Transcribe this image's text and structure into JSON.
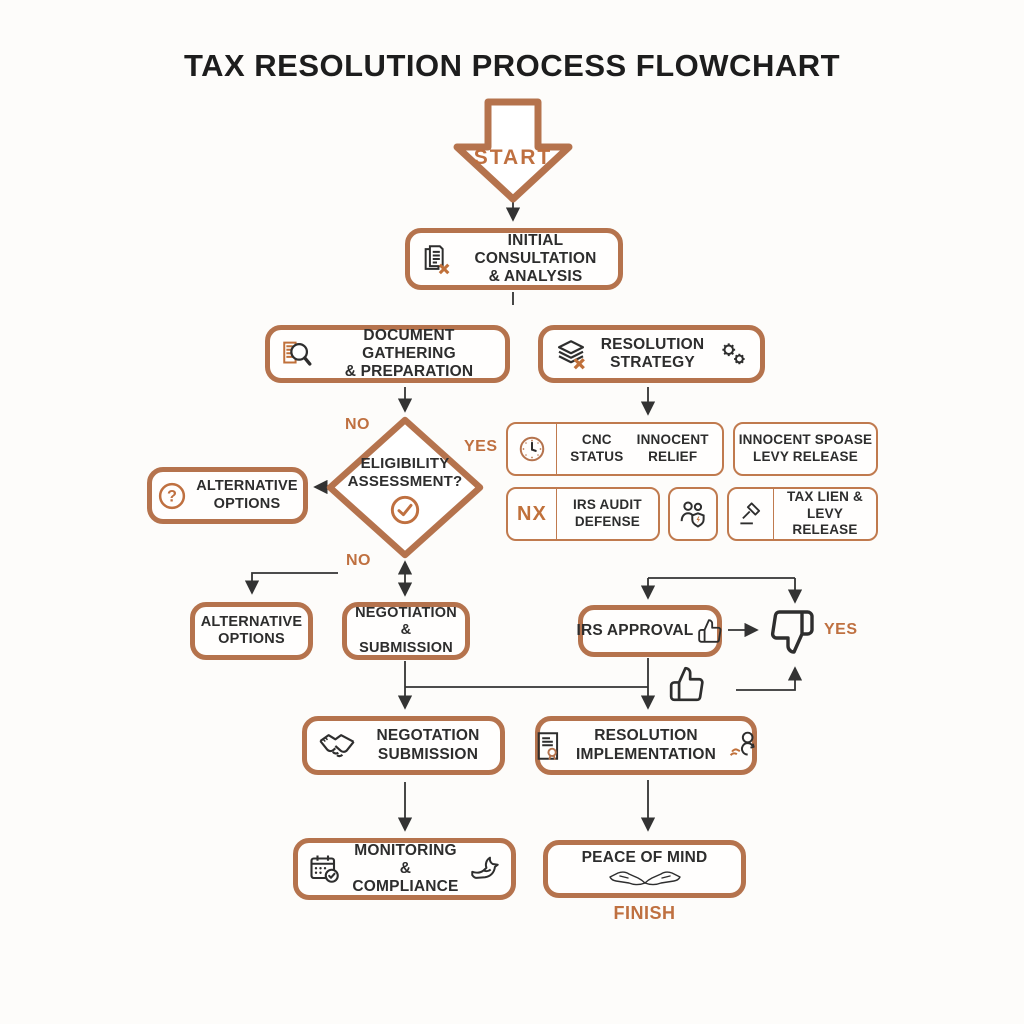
{
  "title": "TAX RESOLUTION PROCESS FLOWCHART",
  "colors": {
    "accent_border": "#b5734d",
    "accent_border_light": "#c07a4e",
    "label_orange": "#bf7040",
    "text": "#2d2d2d",
    "arrow": "#333333",
    "background": "#fdfcfa"
  },
  "start": {
    "label": "START"
  },
  "nodes": {
    "initial_consultation": {
      "line1": "INITIAL CONSULTATION",
      "line2": "& ANALYSIS",
      "icon": "documents-x-icon"
    },
    "document_gathering": {
      "line1": "DOCUMENT GATHERING",
      "line2": "& PREPARATION",
      "icon": "magnifier-document-icon"
    },
    "resolution_strategy": {
      "line1": "RESOLUTION",
      "line2": "STRATEGY",
      "icon_left": "stacked-papers-x-icon",
      "icon_right": "gears-icon"
    },
    "eligibility_assessment": {
      "line1": "ELIGIBILITY",
      "line2": "ASSESSMENT?",
      "icon": "check-circle-icon"
    },
    "alternative_options_top": {
      "line1": "ALTERNATIVE",
      "line2": "OPTIONS",
      "icon": "question-circle-icon"
    },
    "alternative_options_bottom": {
      "line1": "ALTERNATIVE",
      "line2": "OPTIONS"
    },
    "negotiation_submission": {
      "line1": "NEGOTIATION",
      "line2": "& SUBMISSION"
    },
    "irs_approval": {
      "label": "IRS APPROVAL",
      "icon": "thumbs-up-icon"
    },
    "negotation_submission": {
      "line1": "NEGOTATION",
      "line2": "SUBMISSION",
      "icon": "handshake-icon"
    },
    "resolution_implementation": {
      "line1": "RESOLUTION",
      "line2": "IMPLEMENTATION",
      "icon_left": "certificate-icon",
      "icon_right": "people-sync-icon"
    },
    "monitoring_compliance": {
      "line1": "MONITORING &",
      "line2": "COMPLIANCE",
      "icon_left": "calendar-check-icon",
      "icon_right": "dove-icon"
    },
    "peace_of_mind": {
      "label": "PEACE OF MIND",
      "icon": "open-hands-icon"
    }
  },
  "options_grid": {
    "cnc_innocent": {
      "icon": "clock-icon",
      "col1_line1": "CNC",
      "col1_line2": "STATUS",
      "col2_line1": "INNOCENT",
      "col2_line2": "RELIEF"
    },
    "innocent_spouse_levy": {
      "line1": "INNOCENT SPOASE",
      "line2": "LEVY RELEASE"
    },
    "irs_audit_defense": {
      "prefix": "NX",
      "line1": "IRS AUDIT",
      "line2": "DEFENSE"
    },
    "people_shield": {
      "icon": "people-shield-icon"
    },
    "tax_lien_levy": {
      "icon": "gavel-icon",
      "line1": "TAX LIEN &",
      "line2": "LEVY RELEASE"
    }
  },
  "labels": {
    "no_top": "NO",
    "yes_right": "YES",
    "no_bottom": "NO",
    "yes_loop": "YES",
    "finish": "FINISH"
  }
}
